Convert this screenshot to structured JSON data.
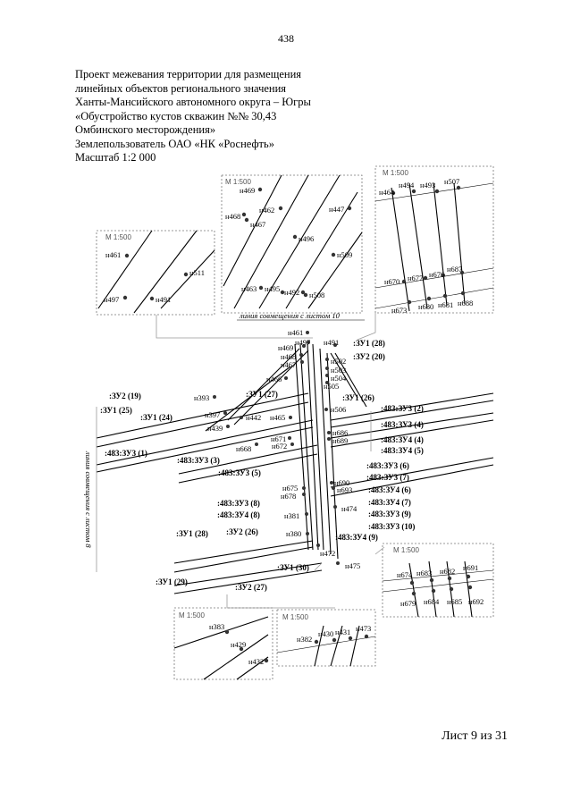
{
  "page_number": "438",
  "header": {
    "lines": [
      "Проект межевания территории для размещения",
      "линейных объектов регионального значения",
      "Ханты-Мансийского автономного округа – Югры",
      "«Обустройство кустов скважин №№ 30,43",
      "Омбинского месторождения»",
      "Землепользователь ОАО «НК «Роснефть»",
      "Масштаб 1:2 000"
    ]
  },
  "map": {
    "scale_inset": "М 1:500",
    "match_line_10": "линия совмещения с листом 10",
    "match_line_8": "линия совмещения с листом 8",
    "insets": {
      "top_left": [
        "н461",
        "н511",
        "н497",
        "н491"
      ],
      "top_mid": [
        "н469",
        "н468",
        "н467",
        "н462",
        "н447",
        "н496",
        "н509",
        "н463",
        "н495",
        "н492",
        "н508"
      ],
      "top_right": [
        "н464",
        "н494",
        "н493",
        "н507",
        "н670",
        "н677",
        "н676",
        "н687",
        "н673",
        "н680",
        "н681",
        "н688"
      ],
      "bottom_right": [
        "н674",
        "н683",
        "н682",
        "н691",
        "н679",
        "н684",
        "н685",
        "н692"
      ],
      "bottom_left": [
        "н383",
        "н429",
        "н432"
      ],
      "bottom_mid": [
        "н382",
        "н430",
        "н431",
        "н473"
      ]
    },
    "main_points": [
      "н461",
      "н469",
      "н497",
      "н491",
      "н468",
      "н467",
      "н502",
      "н503",
      "н504",
      "н505",
      "н466",
      "н506",
      "н393",
      "н397",
      "н442",
      "н465",
      "н439",
      "н686",
      "н689",
      "н668",
      "н671",
      "н672",
      "н690",
      "н693",
      "н675",
      "н678",
      "н474",
      "н381",
      "н380",
      "н472",
      "н475"
    ],
    "parcels": [
      ":ЗУ1 (28)",
      ":ЗУ2 (20)",
      ":ЗУ2 (19)",
      ":ЗУ1 (27)",
      ":ЗУ1 (26)",
      ":ЗУ1 (25)",
      ":ЗУ1 (24)",
      ":483:ЗУ3 (2)",
      ":483:ЗУ3 (4)",
      ":483:ЗУ4 (4)",
      ":483:ЗУ4 (5)",
      ":483:ЗУ3 (1)",
      ":483:ЗУ3 (3)",
      ":483:ЗУ3 (5)",
      ":483:ЗУ3 (6)",
      ":483:ЗУ3 (7)",
      ":483:ЗУ4 (6)",
      ":483:ЗУ4 (7)",
      ":483:ЗУ3 (8)",
      ":483:ЗУ4 (8)",
      ":483:ЗУ3 (9)",
      ":483:ЗУ3 (10)",
      ":483:ЗУ4 (9)",
      ":ЗУ1 (28)",
      ":ЗУ2 (26)",
      ":ЗУ1 (30)",
      ":ЗУ1 (29)",
      ":ЗУ2 (27)"
    ]
  },
  "footer": "Лист 9 из 31"
}
